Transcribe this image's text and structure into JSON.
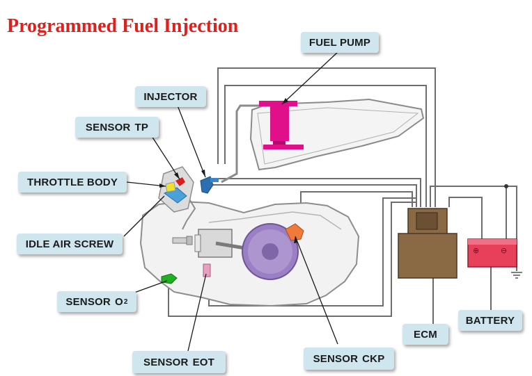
{
  "title": "Programmed Fuel Injection",
  "labels": {
    "fuel_pump": "FUEL PUMP",
    "injector": "INJECTOR",
    "sensor_tp_word": "SENSOR",
    "sensor_tp_code": "TP",
    "throttle_body": "THROTTLE BODY",
    "idle_air_screw": "IDLE AIR SCREW",
    "sensor_o2_word": "SENSOR",
    "sensor_o2_code": "O",
    "sensor_o2_sub": "2",
    "sensor_eot_word": "SENSOR",
    "sensor_eot_code": "EOT",
    "sensor_ckp_word": "SENSOR",
    "sensor_ckp_code": "CKP",
    "ecm": "ECM",
    "battery": "BATTERY"
  },
  "battery_terminals": {
    "positive": "⊕",
    "negative": "⊖"
  },
  "colors": {
    "title": "#e0201c",
    "label_bg": "#cfe6ee",
    "fuel_pump": "#e0108a",
    "ecm": "#8a6a45",
    "battery": "#e8405a",
    "crank": "#9b7fc4",
    "ckp_sensor": "#f07a3a",
    "o2_sensor": "#22b022",
    "eot_sensor": "#e8a0c0",
    "tp_sensor": "#d42020",
    "injector": "#2a6fb0",
    "throttle_body": "#4aa0d8"
  }
}
